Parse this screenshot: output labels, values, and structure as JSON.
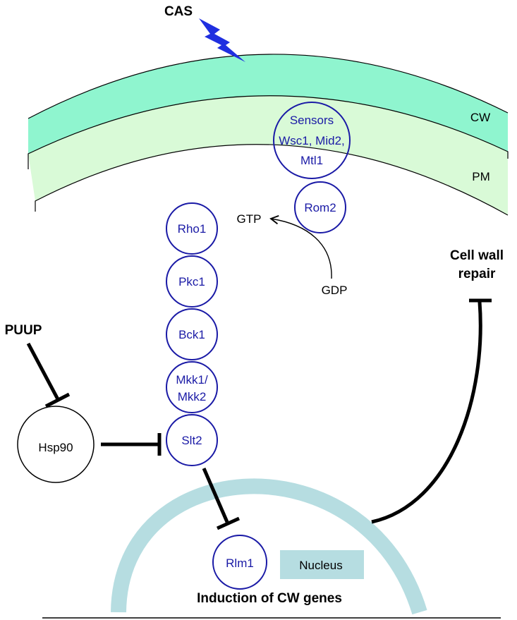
{
  "signal": {
    "label": "CAS"
  },
  "membranes": {
    "cw_label": "CW",
    "pm_label": "PM"
  },
  "sensors": {
    "lines": [
      "Sensors",
      "Wsc1, Mid2,",
      "Mtl1"
    ]
  },
  "rom2": {
    "label": "Rom2"
  },
  "gtp_cycle": {
    "gtp": "GTP",
    "gdp": "GDP"
  },
  "kinase_cascade": [
    {
      "id": "rho1",
      "lines": [
        "Rho1"
      ]
    },
    {
      "id": "pkc1",
      "lines": [
        "Pkc1"
      ]
    },
    {
      "id": "bck1",
      "lines": [
        "Bck1"
      ]
    },
    {
      "id": "mkk",
      "lines": [
        "Mkk1/",
        "Mkk2"
      ]
    },
    {
      "id": "slt2",
      "lines": [
        "Slt2"
      ]
    }
  ],
  "inhibitor": {
    "label": "PUUP"
  },
  "hsp90": {
    "label": "Hsp90"
  },
  "rlm1": {
    "label": "Rlm1"
  },
  "nucleus": {
    "label": "Nucleus"
  },
  "outcome": {
    "line1": "Cell wall",
    "line2": "repair"
  },
  "induction": {
    "label": "Induction of CW genes"
  },
  "colors": {
    "cell_wall": "#8ff5cf",
    "plasma_membrane": "#d9fad7",
    "nucleus": "#b6dde1",
    "protein_outline": "#1a1aa6",
    "signal_bolt": "#1f2fe0",
    "line": "#000000"
  }
}
